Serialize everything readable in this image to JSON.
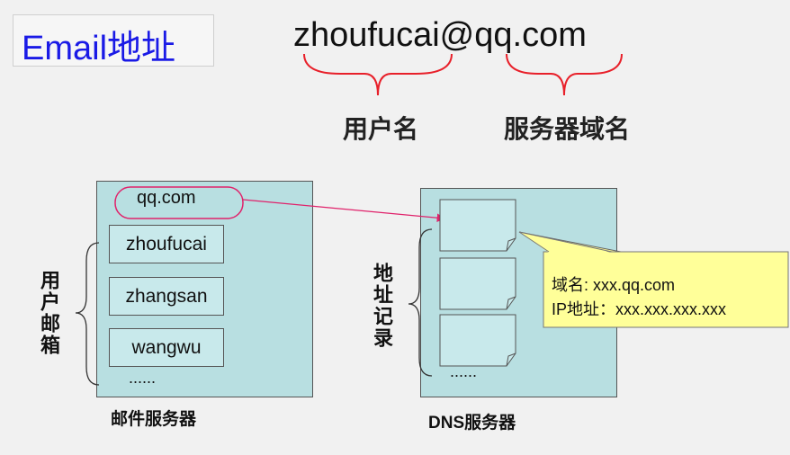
{
  "title": "Email地址",
  "email": "zhoufucai@qq.com",
  "labels": {
    "username": "用户名",
    "domain": "服务器域名"
  },
  "mail_server": {
    "caption": "邮件服务器",
    "domain_tag": "qq.com",
    "mailboxes_label": "用户邮箱",
    "mailboxes": [
      "zhoufucai",
      "zhangsan",
      "wangwu"
    ],
    "more": "......"
  },
  "dns_server": {
    "caption": "DNS服务器",
    "records_label": "地址记录",
    "records": [
      "......",
      "......",
      "......"
    ],
    "more": "......"
  },
  "callout": {
    "line1": "域名: xxx.qq.com",
    "line2": "IP地址：xxx.xxx.xxx.xxx"
  },
  "colors": {
    "title": "#1a1ae6",
    "brace_red": "#e8202a",
    "server_fill": "#b8dfe1",
    "callout_fill": "#ffff99",
    "arrow": "#e0226b"
  }
}
